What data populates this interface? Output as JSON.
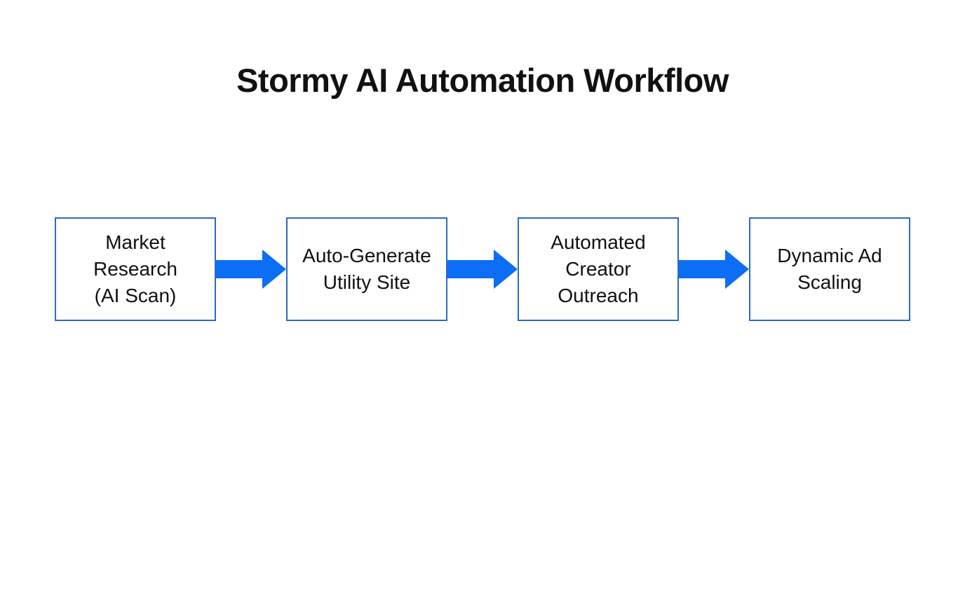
{
  "page": {
    "title": "Stormy AI Automation Workflow"
  },
  "diagram": {
    "type": "flowchart-horizontal",
    "connector": "arrow-right",
    "steps": [
      {
        "label": "Market\nResearch\n(AI Scan)"
      },
      {
        "label": "Auto-Generate\nUtility Site"
      },
      {
        "label": "Automated\nCreator\nOutreach"
      },
      {
        "label": "Dynamic Ad\nScaling"
      }
    ],
    "colors": {
      "arrow": "#0b6ef5",
      "box_border": "#2b6bc3",
      "box_fill": "#ffffff",
      "text": "#111111",
      "background": "#ffffff"
    }
  }
}
